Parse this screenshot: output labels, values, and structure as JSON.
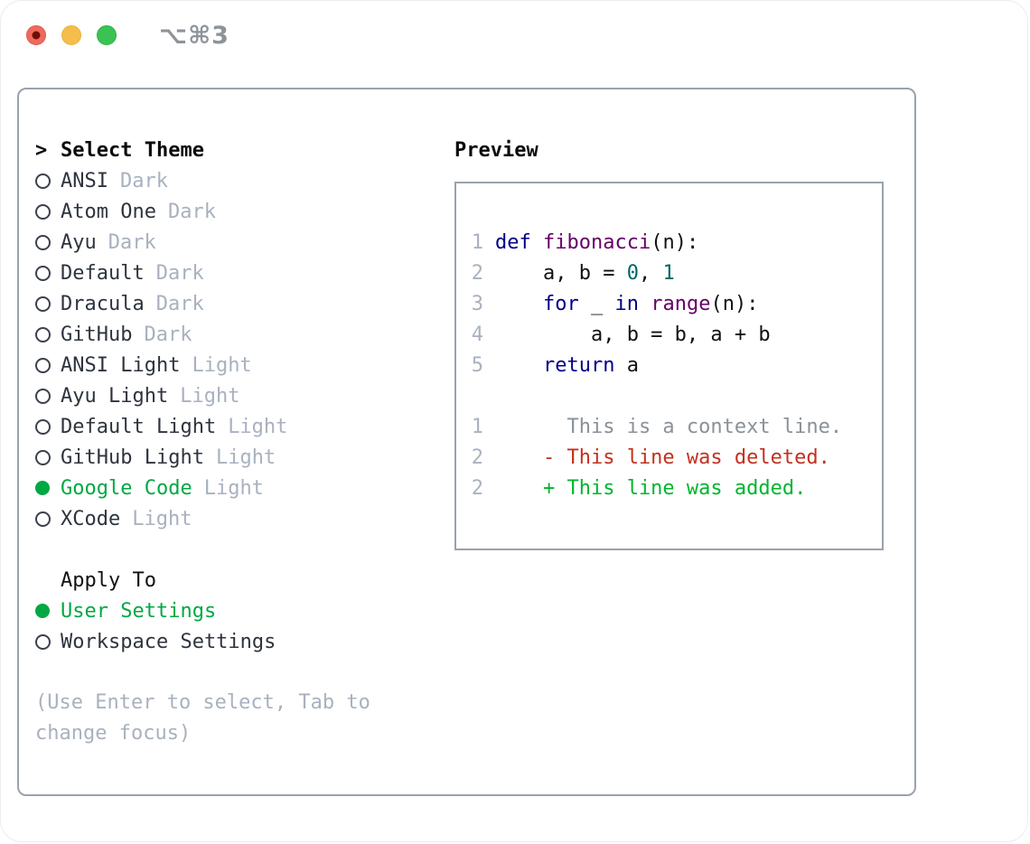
{
  "window": {
    "hotkey": "⌥⌘3",
    "traffic_lights": {
      "close": "close-button-with-unsaved-dot",
      "minimize": "minimize-button",
      "zoom": "zoom-button"
    }
  },
  "theme_selector": {
    "header_marker": ">",
    "header": "Select Theme",
    "items": [
      {
        "name": "ANSI",
        "variant": "Dark",
        "selected": false
      },
      {
        "name": "Atom One",
        "variant": "Dark",
        "selected": false
      },
      {
        "name": "Ayu",
        "variant": "Dark",
        "selected": false
      },
      {
        "name": "Default",
        "variant": "Dark",
        "selected": false
      },
      {
        "name": "Dracula",
        "variant": "Dark",
        "selected": false
      },
      {
        "name": "GitHub",
        "variant": "Dark",
        "selected": false
      },
      {
        "name": "ANSI Light",
        "variant": "Light",
        "selected": false
      },
      {
        "name": "Ayu Light",
        "variant": "Light",
        "selected": false
      },
      {
        "name": "Default Light",
        "variant": "Light",
        "selected": false
      },
      {
        "name": "GitHub Light",
        "variant": "Light",
        "selected": false
      },
      {
        "name": "Google Code",
        "variant": "Light",
        "selected": true
      },
      {
        "name": "XCode",
        "variant": "Light",
        "selected": false
      }
    ]
  },
  "apply_to": {
    "header": "Apply To",
    "options": [
      {
        "label": "User Settings",
        "selected": true
      },
      {
        "label": "Workspace Settings",
        "selected": false
      }
    ]
  },
  "hint": "(Use Enter to select, Tab to change focus)",
  "preview": {
    "title": "Preview",
    "lines": [
      {
        "num": "1",
        "segments": [
          [
            "def ",
            "kwd"
          ],
          [
            "fibonacci",
            "typ"
          ],
          [
            "(n):",
            "pln"
          ]
        ]
      },
      {
        "num": "2",
        "segments": [
          [
            "    a, b = ",
            "pln"
          ],
          [
            "0",
            "lit"
          ],
          [
            ", ",
            "pln"
          ],
          [
            "1",
            "lit"
          ]
        ]
      },
      {
        "num": "3",
        "segments": [
          [
            "    for ",
            "kwd"
          ],
          [
            "_ ",
            "pln"
          ],
          [
            "in ",
            "kwd"
          ],
          [
            "range",
            "typ"
          ],
          [
            "(n):",
            "pln"
          ]
        ]
      },
      {
        "num": "4",
        "segments": [
          [
            "        a, b = b, a + b",
            "pln"
          ]
        ]
      },
      {
        "num": "5",
        "segments": [
          [
            "    return ",
            "kwd"
          ],
          [
            "a",
            "pln"
          ]
        ]
      },
      {
        "num": "",
        "segments": []
      },
      {
        "num": "1",
        "segments": [
          [
            "      This is a context line.",
            "ctx"
          ]
        ]
      },
      {
        "num": "2",
        "segments": [
          [
            "    - This line was deleted.",
            "del"
          ]
        ]
      },
      {
        "num": "2",
        "segments": [
          [
            "    + This line was added.",
            "add"
          ]
        ]
      }
    ]
  },
  "colors": {
    "accent_green": "#00a843",
    "added_green": "#00b52e",
    "deleted_red": "#c4301e",
    "keyword_blue": "#000088",
    "type_purple": "#660066",
    "literal_teal": "#006666",
    "muted_gray": "#a9b1bf",
    "border_gray": "#99a2ad",
    "traffic_red": "#ee6a5e",
    "traffic_yellow": "#f5bd4b",
    "traffic_green": "#3ac353"
  }
}
